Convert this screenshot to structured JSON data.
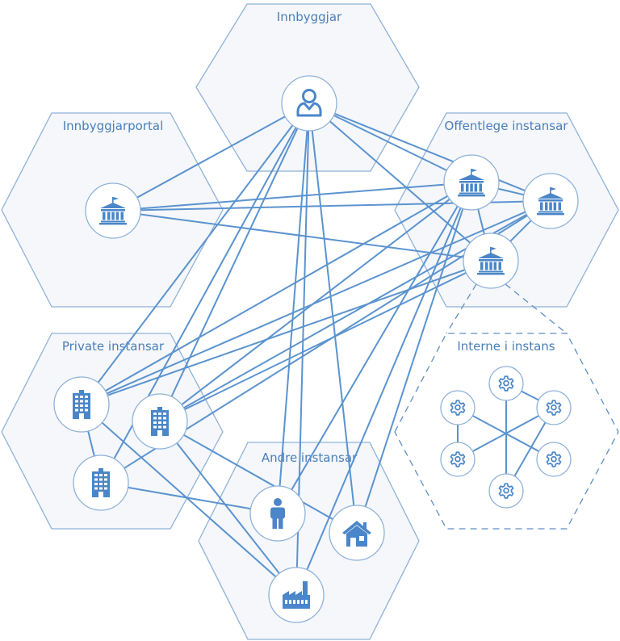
{
  "groups": {
    "innbyggjar": "Innbyggjar",
    "innbyggjarportal": "Innbyggjarportal",
    "offentlege": "Offentlege instansar",
    "private": "Private instansar",
    "andre": "Andre instansar",
    "internt": "Interne i instans"
  },
  "colors": {
    "line": "#5b93cf",
    "hex_stroke": "#8fb2d8",
    "hex_fill": "#f5f7fb",
    "label": "#4a7fb8",
    "icon": "#4a86c8"
  },
  "icons": {
    "citizen": "person-outline-icon",
    "portal": "government-building-icon",
    "public": "government-building-icon",
    "private": "office-building-icon",
    "person": "person-icon",
    "house": "house-icon",
    "factory": "factory-icon",
    "internal": "gear-icon"
  }
}
